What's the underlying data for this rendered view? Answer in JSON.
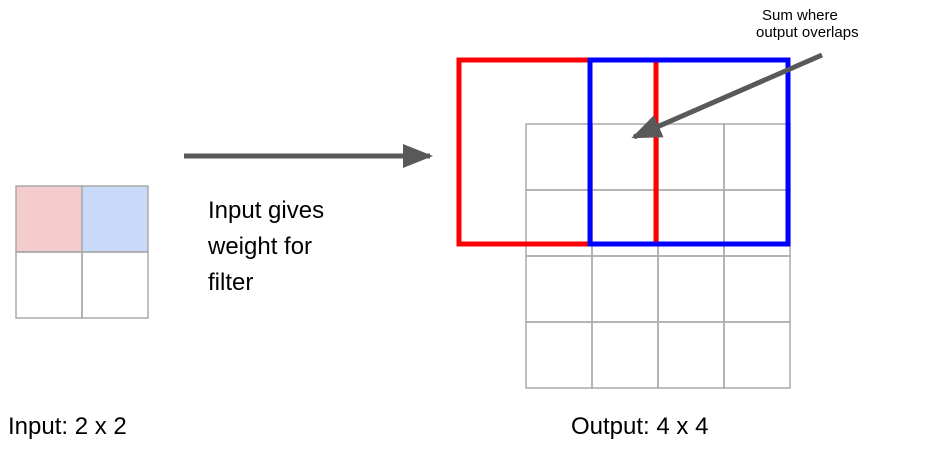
{
  "colors": {
    "background": "#ffffff",
    "grid_line": "#aaaaaa",
    "input_cell_red": "#f4cccc",
    "input_cell_blue": "#c9daf8",
    "red_filter": "#ff0000",
    "blue_filter": "#0000ff",
    "arrow": "#595959"
  },
  "input": {
    "label": "Input: 2 x 2",
    "rows": 2,
    "cols": 2,
    "highlighted_cells": [
      {
        "row": 0,
        "col": 0,
        "color": "#f4cccc"
      },
      {
        "row": 0,
        "col": 1,
        "color": "#c9daf8"
      }
    ]
  },
  "output": {
    "label": "Output: 4 x 4",
    "rows": 4,
    "cols": 4
  },
  "filters": [
    {
      "name": "red-filter",
      "color": "#ff0000"
    },
    {
      "name": "blue-filter",
      "color": "#0000ff"
    }
  ],
  "annotations": {
    "weight_line1": "Input gives",
    "weight_line2": "weight for",
    "weight_line3": "filter",
    "sum_line1": "Sum where",
    "sum_line2": "output overlaps"
  }
}
